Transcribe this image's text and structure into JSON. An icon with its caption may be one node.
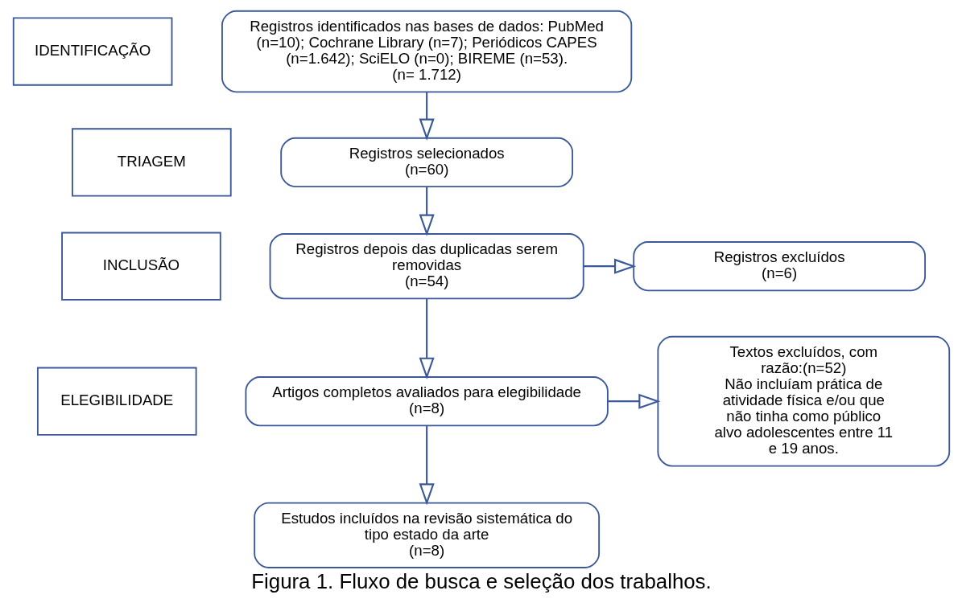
{
  "diagram": {
    "caption": "Figura 1. Fluxo de busca e seleção dos trabalhos.",
    "nodes": [
      {
        "text": [
          "IDENTIFICAÇÃO"
        ]
      },
      {
        "text": [
          "TRIAGEM"
        ]
      },
      {
        "text": [
          "INCLUSÃO"
        ]
      },
      {
        "text": [
          "ELEGIBILIDADE"
        ]
      },
      {
        "text": [
          "Registros identificados nas bases de dados: PubMed (n=10); Cochrane Library (n=7); Periódicos CAPES (n=1.642); SciELO (n=0); BIREME (n=53).",
          "(n= 1.712)"
        ]
      },
      {
        "text": [
          "Registros selecionados",
          "(n=60)"
        ]
      },
      {
        "text": [
          "Registros depois das duplicadas serem removidas",
          "(n=54)"
        ]
      },
      {
        "text": [
          "Registros excluídos",
          "(n=6)"
        ]
      },
      {
        "text": [
          "Artigos completos avaliados para elegibilidade",
          "(n=8)"
        ]
      },
      {
        "text": [
          "Textos excluídos, com razão:(n=52)",
          "Não incluíam prática de atividade física e/ou que não tinha como público alvo adolescentes entre 11 e 19 anos."
        ]
      },
      {
        "text": [
          "Estudos incluídos na revisão sistemática do tipo estado da arte",
          "(n=8)"
        ]
      }
    ],
    "edges": [
      {
        "from": 4,
        "to": 5,
        "arrow": "to"
      },
      {
        "from": 5,
        "to": 6,
        "arrow": "to"
      },
      {
        "from": 6,
        "to": 7,
        "arrow": "to"
      },
      {
        "from": 6,
        "to": 8,
        "arrow": "to"
      },
      {
        "from": 8,
        "to": 9,
        "arrow": "to"
      },
      {
        "from": 8,
        "to": 10,
        "arrow": "to"
      }
    ]
  }
}
